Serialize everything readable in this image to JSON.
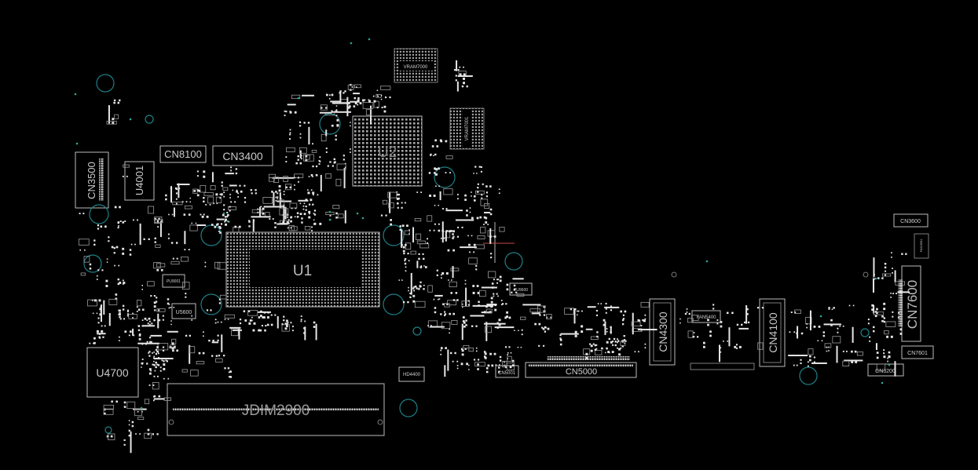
{
  "board": {
    "labels": {
      "u1": "U1",
      "u2": "U2",
      "vram7000": "VRAM7000",
      "vram7001": "VRAM7001",
      "cn8100": "CN8100",
      "cn3400": "CN3400",
      "cn3500": "CN3500",
      "u4001": "U4001",
      "u4700": "U4700",
      "jdim2900": "JDIM2900",
      "cn5000": "CN5000",
      "cn5001": "CN5001",
      "hd4400": "HD4400",
      "cn4300": "CN4300",
      "cn4100": "CN4100",
      "fan5400": "FAN5400",
      "cn3600": "CN3600",
      "fan3601": "FAN3601",
      "cn7600": "CN7600",
      "cn7601": "CN7601",
      "cn3200": "CN3200",
      "u5600": "U5600",
      "pu9001": "PU9001",
      "pu9600": "PU9600"
    },
    "colors": {
      "background": "#000000",
      "outline": "#bcbcbc",
      "pad": "#e6e6e6",
      "mounting_hole": "#1f7f86",
      "via": "#2aa89a",
      "cursor": "#c84a4a"
    }
  }
}
